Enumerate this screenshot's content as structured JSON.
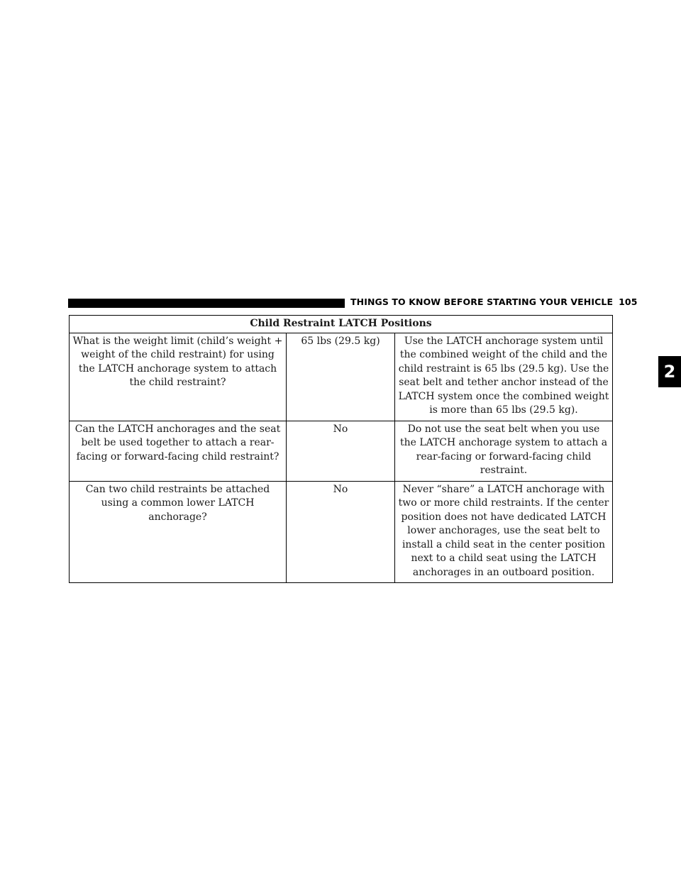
{
  "page_header": {
    "section_title": "THINGS TO KNOW BEFORE STARTING YOUR VEHICLE",
    "page_number": "105"
  },
  "chapter_tab": "2",
  "table": {
    "title": "Child Restraint LATCH Positions",
    "rows": [
      {
        "question": "What is the weight limit (child’s weight + weight of the child restraint) for using the LATCH anchorage system to attach the child restraint?",
        "answer": "65 lbs (29.5 kg)",
        "details": "Use the LATCH anchorage system until the combined weight of the child and the child restraint is 65 lbs (29.5 kg). Use the seat belt and tether anchor instead of the LATCH system once the combined weight is more than 65 lbs (29.5 kg)."
      },
      {
        "question": "Can the LATCH anchorages and the seat belt be used together to attach a rear-facing or forward-facing child restraint?",
        "answer": "No",
        "details": "Do not use the seat belt when you use the LATCH anchorage system to attach a rear-facing or forward-facing child restraint."
      },
      {
        "question": "Can two child restraints be attached using a common lower LATCH anchorage?",
        "answer": "No",
        "details": "Never “share” a LATCH anchorage with two or more child restraints. If the center position does not have dedicated LATCH lower anchorages, use the seat belt to install a child seat in the center position next to a child seat using the LATCH anchorages in an outboard position."
      }
    ]
  }
}
